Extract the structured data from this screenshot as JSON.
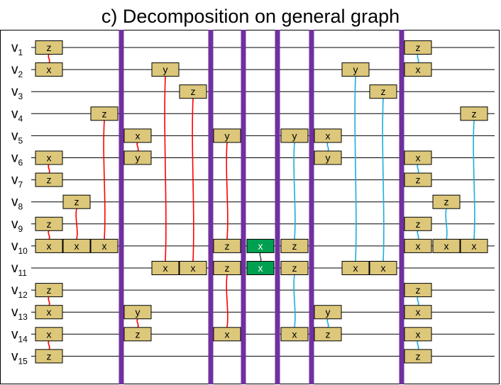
{
  "title": "c) Decomposition on general graph",
  "colors": {
    "wire": "#000000",
    "separator": "#7030a0",
    "box": "#dcc77a",
    "box_border": "#000000",
    "green_box": "#00a050",
    "red_link": "#ff0000",
    "blue_link": "#1aaee0"
  },
  "vertices": [
    {
      "base": "v",
      "sub": "1"
    },
    {
      "base": "v",
      "sub": "2"
    },
    {
      "base": "v",
      "sub": "3"
    },
    {
      "base": "v",
      "sub": "4"
    },
    {
      "base": "v",
      "sub": "5"
    },
    {
      "base": "v",
      "sub": "6"
    },
    {
      "base": "v",
      "sub": "7"
    },
    {
      "base": "v",
      "sub": "8"
    },
    {
      "base": "v",
      "sub": "9"
    },
    {
      "base": "v",
      "sub": "10"
    },
    {
      "base": "v",
      "sub": "11"
    },
    {
      "base": "v",
      "sub": "12"
    },
    {
      "base": "v",
      "sub": "13"
    },
    {
      "base": "v",
      "sub": "14"
    },
    {
      "base": "v",
      "sub": "15"
    }
  ],
  "gates": [
    {
      "id": "g1",
      "col": 0,
      "row": 0,
      "label": "z"
    },
    {
      "id": "g2",
      "col": 0,
      "row": 1,
      "label": "x"
    },
    {
      "id": "g3",
      "col": 0,
      "row": 5,
      "label": "x"
    },
    {
      "id": "g4",
      "col": 0,
      "row": 6,
      "label": "z"
    },
    {
      "id": "g5",
      "col": 0,
      "row": 8,
      "label": "z"
    },
    {
      "id": "g6",
      "col": 0,
      "row": 9,
      "label": "x"
    },
    {
      "id": "g7",
      "col": 0,
      "row": 11,
      "label": "z"
    },
    {
      "id": "g8",
      "col": 0,
      "row": 12,
      "label": "x"
    },
    {
      "id": "g9",
      "col": 0,
      "row": 13,
      "label": "x"
    },
    {
      "id": "g10",
      "col": 0,
      "row": 14,
      "label": "z"
    },
    {
      "id": "g11",
      "col": 1,
      "row": 7,
      "label": "z"
    },
    {
      "id": "g12",
      "col": 1,
      "row": 9,
      "label": "x"
    },
    {
      "id": "g13",
      "col": 2,
      "row": 3,
      "label": "z"
    },
    {
      "id": "g14",
      "col": 2,
      "row": 9,
      "label": "x"
    },
    {
      "id": "g15",
      "col": 3,
      "row": 4,
      "label": "x"
    },
    {
      "id": "g16",
      "col": 3,
      "row": 5,
      "label": "y"
    },
    {
      "id": "g17",
      "col": 3,
      "row": 12,
      "label": "y"
    },
    {
      "id": "g18",
      "col": 3,
      "row": 13,
      "label": "z"
    },
    {
      "id": "g19",
      "col": 4,
      "row": 1,
      "label": "y"
    },
    {
      "id": "g20",
      "col": 4,
      "row": 10,
      "label": "x"
    },
    {
      "id": "g21",
      "col": 5,
      "row": 2,
      "label": "z"
    },
    {
      "id": "g22",
      "col": 5,
      "row": 10,
      "label": "x"
    },
    {
      "id": "g23",
      "col": 6,
      "row": 4,
      "label": "y"
    },
    {
      "id": "g24",
      "col": 6,
      "row": 9,
      "label": "z"
    },
    {
      "id": "g25",
      "col": 6,
      "row": 10,
      "label": "z"
    },
    {
      "id": "g26",
      "col": 6,
      "row": 13,
      "label": "x"
    },
    {
      "id": "g27",
      "col": 7,
      "row": 9,
      "label": "x",
      "green": true
    },
    {
      "id": "g28",
      "col": 7,
      "row": 10,
      "label": "x",
      "green": true
    },
    {
      "id": "g29",
      "col": 8,
      "row": 4,
      "label": "y"
    },
    {
      "id": "g30",
      "col": 8,
      "row": 9,
      "label": "z"
    },
    {
      "id": "g31",
      "col": 8,
      "row": 10,
      "label": "z"
    },
    {
      "id": "g32",
      "col": 8,
      "row": 13,
      "label": "x"
    },
    {
      "id": "g33",
      "col": 9,
      "row": 4,
      "label": "x"
    },
    {
      "id": "g34",
      "col": 9,
      "row": 5,
      "label": "y"
    },
    {
      "id": "g35",
      "col": 9,
      "row": 12,
      "label": "y"
    },
    {
      "id": "g36",
      "col": 9,
      "row": 13,
      "label": "z"
    },
    {
      "id": "g37",
      "col": 10,
      "row": 1,
      "label": "y"
    },
    {
      "id": "g38",
      "col": 10,
      "row": 10,
      "label": "x"
    },
    {
      "id": "g39",
      "col": 11,
      "row": 2,
      "label": "z"
    },
    {
      "id": "g40",
      "col": 11,
      "row": 10,
      "label": "x"
    },
    {
      "id": "g41",
      "col": 12,
      "row": 0,
      "label": "z"
    },
    {
      "id": "g42",
      "col": 12,
      "row": 1,
      "label": "x"
    },
    {
      "id": "g43",
      "col": 12,
      "row": 5,
      "label": "x"
    },
    {
      "id": "g44",
      "col": 12,
      "row": 6,
      "label": "z"
    },
    {
      "id": "g45",
      "col": 12,
      "row": 8,
      "label": "z"
    },
    {
      "id": "g46",
      "col": 12,
      "row": 9,
      "label": "x"
    },
    {
      "id": "g47",
      "col": 12,
      "row": 11,
      "label": "z"
    },
    {
      "id": "g48",
      "col": 12,
      "row": 12,
      "label": "x"
    },
    {
      "id": "g49",
      "col": 12,
      "row": 13,
      "label": "x"
    },
    {
      "id": "g50",
      "col": 12,
      "row": 14,
      "label": "z"
    },
    {
      "id": "g51",
      "col": 13,
      "row": 7,
      "label": "z"
    },
    {
      "id": "g52",
      "col": 13,
      "row": 9,
      "label": "x"
    },
    {
      "id": "g53",
      "col": 14,
      "row": 3,
      "label": "z"
    },
    {
      "id": "g54",
      "col": 14,
      "row": 9,
      "label": "x"
    }
  ],
  "links": [
    {
      "from": "g1",
      "to": "g2",
      "color": "red"
    },
    {
      "from": "g3",
      "to": "g4",
      "color": "red"
    },
    {
      "from": "g5",
      "to": "g6",
      "color": "red"
    },
    {
      "from": "g7",
      "to": "g8",
      "color": "red"
    },
    {
      "from": "g9",
      "to": "g10",
      "color": "red"
    },
    {
      "from": "g11",
      "to": "g12",
      "color": "red"
    },
    {
      "from": "g13",
      "to": "g14",
      "color": "red"
    },
    {
      "from": "g15",
      "to": "g16",
      "color": "red"
    },
    {
      "from": "g17",
      "to": "g18",
      "color": "red"
    },
    {
      "from": "g19",
      "to": "g20",
      "color": "red"
    },
    {
      "from": "g21",
      "to": "g22",
      "color": "red"
    },
    {
      "from": "g23",
      "to": "g24",
      "color": "red"
    },
    {
      "from": "g25",
      "to": "g26",
      "color": "red"
    },
    {
      "from": "g27",
      "to": "g28",
      "color": "black"
    },
    {
      "from": "g29",
      "to": "g30",
      "color": "blue"
    },
    {
      "from": "g31",
      "to": "g32",
      "color": "blue"
    },
    {
      "from": "g33",
      "to": "g34",
      "color": "blue"
    },
    {
      "from": "g35",
      "to": "g36",
      "color": "blue"
    },
    {
      "from": "g37",
      "to": "g38",
      "color": "blue"
    },
    {
      "from": "g39",
      "to": "g40",
      "color": "blue"
    },
    {
      "from": "g41",
      "to": "g42",
      "color": "blue"
    },
    {
      "from": "g43",
      "to": "g44",
      "color": "blue"
    },
    {
      "from": "g45",
      "to": "g46",
      "color": "blue"
    },
    {
      "from": "g47",
      "to": "g48",
      "color": "blue"
    },
    {
      "from": "g49",
      "to": "g50",
      "color": "blue"
    },
    {
      "from": "g51",
      "to": "g52",
      "color": "blue"
    },
    {
      "from": "g53",
      "to": "g54",
      "color": "blue"
    }
  ]
}
